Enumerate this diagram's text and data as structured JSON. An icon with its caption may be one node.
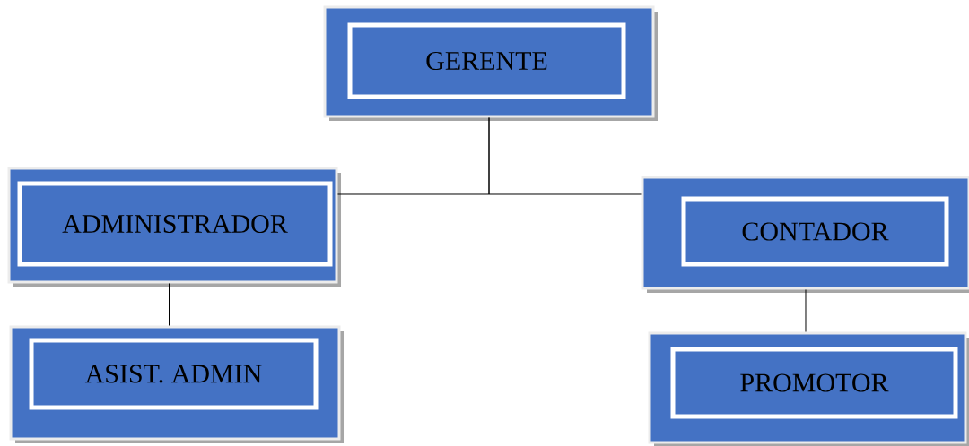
{
  "diagram": {
    "nodes": [
      {
        "text": [
          "GERENTE"
        ]
      },
      {
        "text": [
          "ADMINISTRADOR"
        ]
      },
      {
        "text": [
          "CONTADOR"
        ]
      },
      {
        "text": [
          "ASIST. ADMIN"
        ]
      },
      {
        "text": [
          "PROMOTOR"
        ]
      }
    ],
    "edges": [
      {
        "from": 0,
        "to": 1,
        "arrow": "none"
      },
      {
        "from": 0,
        "to": 2,
        "arrow": "none"
      },
      {
        "from": 1,
        "to": 3,
        "arrow": "none"
      },
      {
        "from": 2,
        "to": 4,
        "arrow": "none"
      }
    ]
  }
}
